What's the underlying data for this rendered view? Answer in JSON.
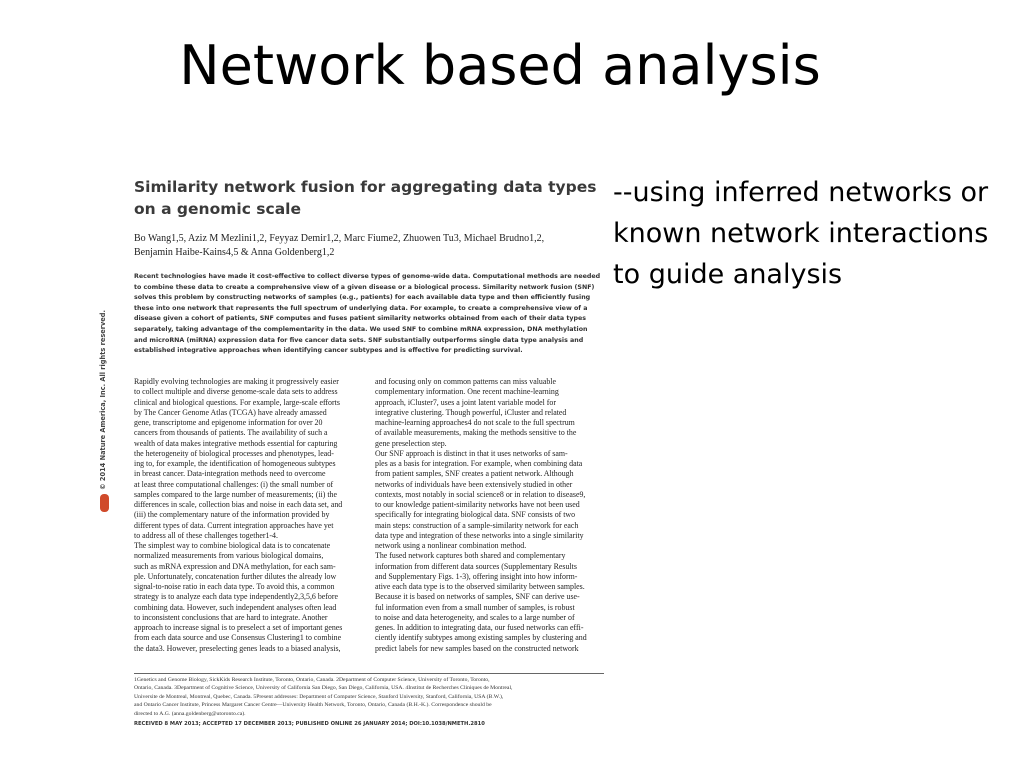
{
  "slide": {
    "title": "Network based analysis",
    "side_text": [
      "--using inferred networks or",
      "known network interactions",
      "to guide analysis"
    ]
  },
  "paper": {
    "title_lines": [
      "Similarity network fusion for aggregating data types",
      "on a genomic scale"
    ],
    "author_lines": [
      "Bo Wang1,5, Aziz M Mezlini1,2, Feyyaz Demir1,2, Marc Fiume2, Zhuowen Tu3, Michael Brudno1,2,",
      "Benjamin Haibe-Kains4,5 & Anna Goldenberg1,2"
    ],
    "abstract_lines": [
      "Recent technologies have made it cost-effective to collect diverse types of genome-wide data. Computational methods are needed",
      "to combine these data to create a comprehensive view of a given disease or a biological process. Similarity network fusion (SNF)",
      "solves this problem by constructing networks of samples (e.g., patients) for each available data type and then efficiently fusing",
      "these into one network that represents the full spectrum of underlying data. For example, to create a comprehensive view of a",
      "disease given a cohort of patients, SNF computes and fuses patient similarity networks obtained from each of their data types",
      "separately, taking advantage of the complementarity in the data. We used SNF to combine mRNA expression, DNA methylation",
      "and microRNA (miRNA) expression data for five cancer data sets. SNF substantially outperforms single data type analysis and",
      "established integrative approaches when identifying cancer subtypes and is effective for predicting survival."
    ],
    "left_column_lines": [
      "Rapidly evolving technologies are making it progressively easier",
      "to collect multiple and diverse genome-scale data sets to address",
      "clinical and biological questions. For example, large-scale efforts",
      "by The Cancer Genome Atlas (TCGA) have already amassed",
      "gene, transcriptome and epigenome information for over 20",
      "cancers from thousands of patients. The availability of such a",
      "wealth of data makes integrative methods essential for capturing",
      "the heterogeneity of biological processes and phenotypes, lead-",
      "ing to, for example, the identification of homogeneous subtypes",
      "in breast cancer. Data-integration methods need to overcome",
      "at least three computational challenges: (i) the small number of",
      "samples compared to the large number of measurements; (ii) the",
      "differences in scale, collection bias and noise in each data set, and",
      "(iii) the complementary nature of the information provided by",
      "different types of data. Current integration approaches have yet",
      "to address all of these challenges together1-4.",
      "The simplest way to combine biological data is to concatenate",
      "normalized measurements from various biological domains,",
      "such as mRNA expression and DNA methylation, for each sam-",
      "ple. Unfortunately, concatenation further dilutes the already low",
      "signal-to-noise ratio in each data type. To avoid this, a common",
      "strategy is to analyze each data type independently2,3,5,6 before",
      "combining data. However, such independent analyses often lead",
      "to inconsistent conclusions that are hard to integrate. Another",
      "approach to increase signal is to preselect a set of important genes",
      "from each data source and use Consensus Clustering1 to combine",
      "the data3. However, preselecting genes leads to a biased analysis,"
    ],
    "right_column_lines": [
      "and focusing only on common patterns can miss valuable",
      "complementary information. One recent machine-learning",
      "approach, iCluster7, uses a joint latent variable model for",
      "integrative clustering. Though powerful, iCluster and related",
      "machine-learning approaches4 do not scale to the full spectrum",
      "of available measurements, making the methods sensitive to the",
      "gene preselection step.",
      "Our SNF approach is distinct in that it uses networks of sam-",
      "ples as a basis for integration. For example, when combining data",
      "from patient samples, SNF creates a patient network. Although",
      "networks of individuals have been extensively studied in other",
      "contexts, most notably in social science8 or in relation to disease9,",
      "to our knowledge patient-similarity networks have not been used",
      "specifically for integrating biological data. SNF consists of two",
      "main steps: construction of a sample-similarity network for each",
      "data type and integration of these networks into a single similarity",
      "network using a nonlinear combination method.",
      "The fused network captures both shared and complementary",
      "information from different data sources (Supplementary Results",
      "and Supplementary Figs. 1-3), offering insight into how inform-",
      "ative each data type is to the observed similarity between samples.",
      "Because it is based on networks of samples, SNF can derive use-",
      "ful information even from a small number of samples, is robust",
      "to noise and data heterogeneity, and scales to a large number of",
      "genes. In addition to integrating data, our fused networks can effi-",
      "ciently identify subtypes among existing samples by clustering and",
      "predict labels for new samples based on the constructed network"
    ],
    "footnote_lines": [
      "1Genetics and Genome Biology, SickKids Research Institute, Toronto, Ontario, Canada. 2Department of Computer Science, University of Toronto, Toronto,",
      "Ontario, Canada. 3Department of Cognitive Science, University of California San Diego, San Diego, California, USA. 4Institut de Recherches Cliniques de Montreal,",
      "Universite de Montreal, Montreal, Quebec, Canada. 5Present addresses: Department of Computer Science, Stanford University, Stanford, California, USA (B.W.),",
      "and Ontario Cancer Institute, Princess Margaret Cancer Centre—University Health Network, Toronto, Ontario, Canada (B.H.-K.). Correspondence should be",
      "directed to A.G. (anna.goldenberg@utoronto.ca)."
    ],
    "received_line": "RECEIVED 8 MAY 2013; ACCEPTED 17 DECEMBER 2013; PUBLISHED ONLINE 26 JANUARY 2014; DOI:10.1038/NMETH.2810",
    "copyright": "© 2014 Nature America, Inc. All rights reserved."
  }
}
